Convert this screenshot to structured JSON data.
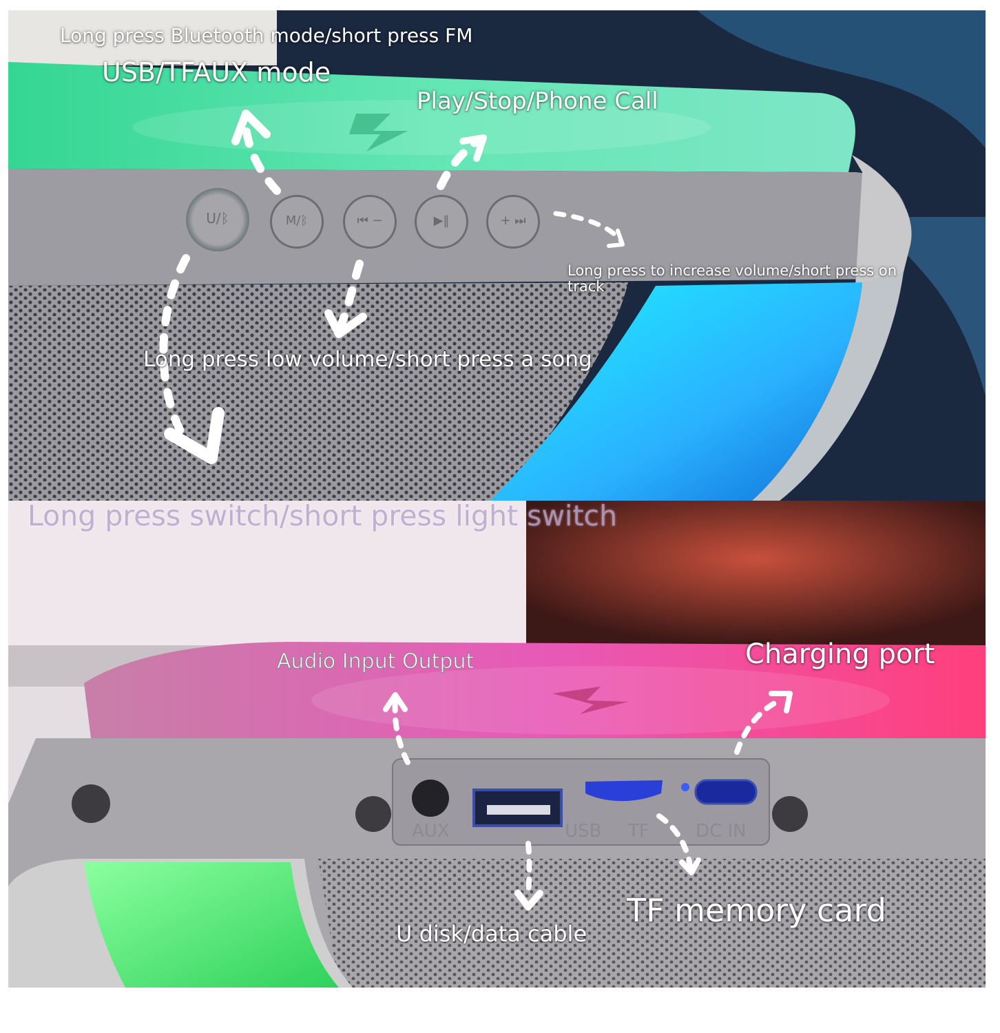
{
  "callouts": {
    "bluetooth_fm": "Long press Bluetooth mode/short press FM",
    "usb_tfaux": "USB/TFAUX mode",
    "play_stop": "Play/Stop/Phone Call",
    "volume_up": "Long press to increase volume/short press on track",
    "volume_down": "Long press low volume/short press a song",
    "light_switch": "Long press switch/short press light switch",
    "audio_io": "Audio Input Output",
    "charging_port": "Charging port",
    "tf_card": "TF memory card",
    "u_disk": "U disk/data cable"
  },
  "buttons": [
    {
      "icon": "power-bluetooth-icon",
      "label": "U/ᛒ"
    },
    {
      "icon": "mode-icon",
      "label": "M/ᛒ"
    },
    {
      "icon": "prev-volume-down-icon",
      "label": "⏮ −"
    },
    {
      "icon": "play-pause-icon",
      "label": "▶‖"
    },
    {
      "icon": "next-volume-up-icon",
      "label": "+ ⏭"
    }
  ],
  "ports": {
    "aux": "AUX",
    "usb": "USB",
    "tf": "TF",
    "dc_in": "DC IN"
  },
  "colors": {
    "top_glow": "#3fe0a0",
    "side_glow": "#2fd4ff",
    "bottom_glow": "#ff4fa8",
    "bottom_side_glow": "#4cff8a",
    "port_led": "#2e5bff",
    "arrow": "#ffffff"
  }
}
